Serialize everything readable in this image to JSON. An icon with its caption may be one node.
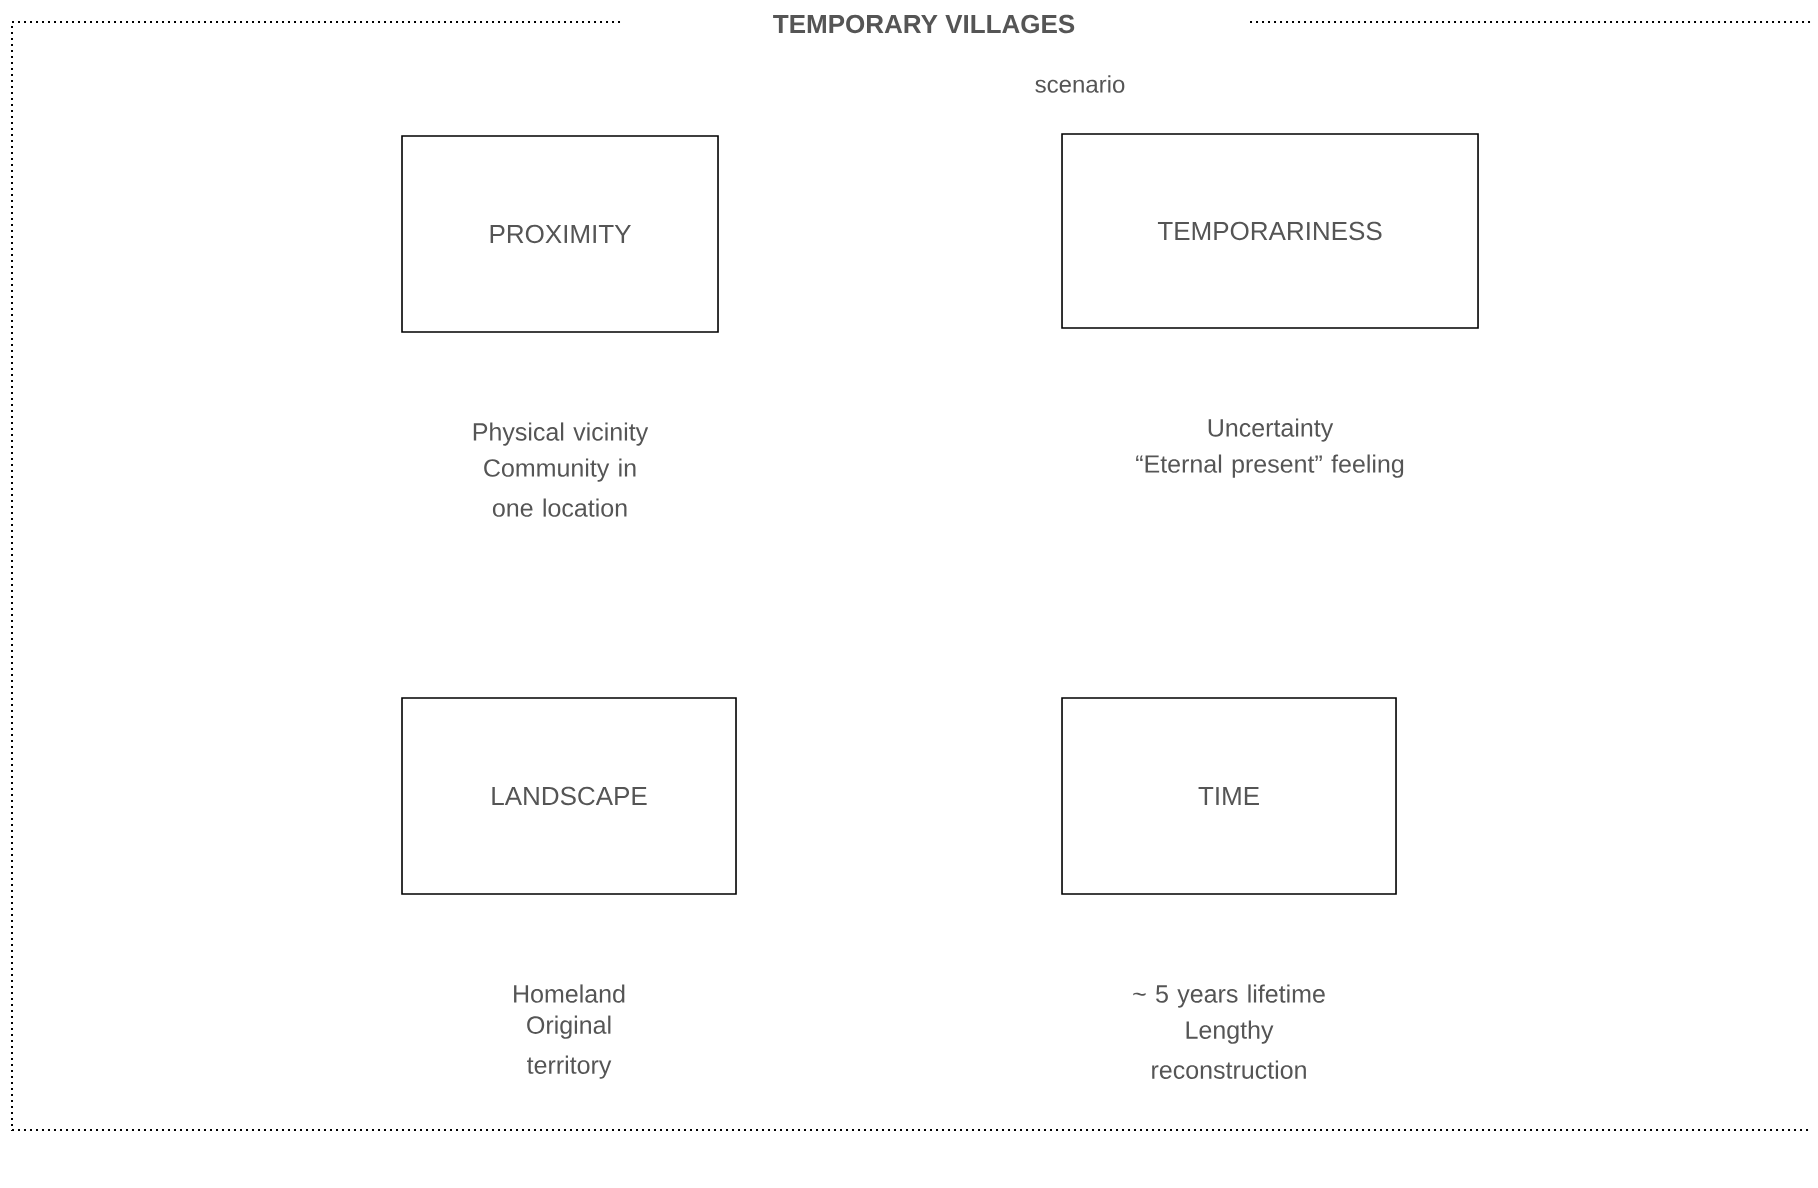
{
  "diagram": {
    "nodes": [
      {
        "text": [
          "TEMPORARY VILLAGES",
          "scenario"
        ]
      },
      {
        "text": [
          "PROXIMITY"
        ],
        "in": 0,
        "beside": [
          "Physical vicinity",
          "Community in one location"
        ]
      },
      {
        "text": [
          "TEMPORARINESS"
        ],
        "in": 0,
        "beside": [
          "Uncertainty",
          "“Eternal present” feeling"
        ]
      },
      {
        "text": [
          "LANDSCAPE"
        ],
        "in": 0,
        "beside": [
          "Homeland",
          "Original territory"
        ]
      },
      {
        "text": [
          "TIME"
        ],
        "in": 0,
        "beside": [
          "~ 5 years lifetime",
          "Lengthy reconstruction"
        ]
      }
    ]
  }
}
